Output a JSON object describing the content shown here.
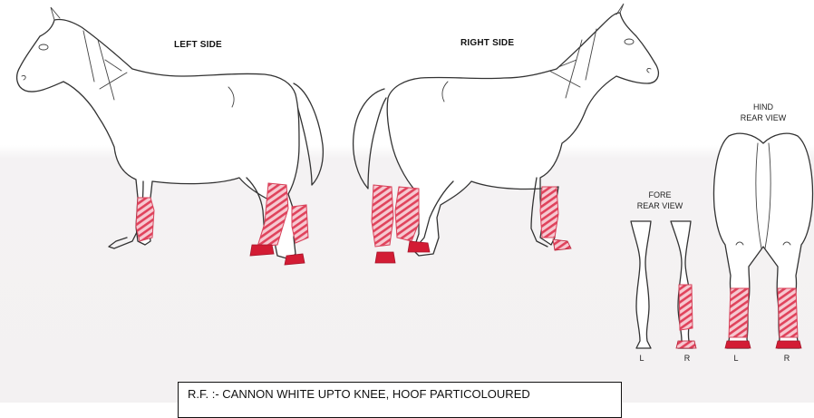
{
  "headings": {
    "left_side": "LEFT SIDE",
    "right_side": "RIGHT SIDE",
    "fore_rear_view_line1": "FORE",
    "fore_rear_view_line2": "REAR VIEW",
    "hind_rear_view_line1": "HIND",
    "hind_rear_view_line2": "REAR VIEW"
  },
  "leg_labels": {
    "fore_left": "L",
    "fore_right": "R",
    "hind_left": "L",
    "hind_right": "R"
  },
  "caption": "R.F. :- CANNON WHITE UPTO KNEE, HOOF PARTICOLOURED",
  "colors": {
    "marking": "#e0435c",
    "hoof": "#d31c34",
    "outline": "#333333"
  }
}
